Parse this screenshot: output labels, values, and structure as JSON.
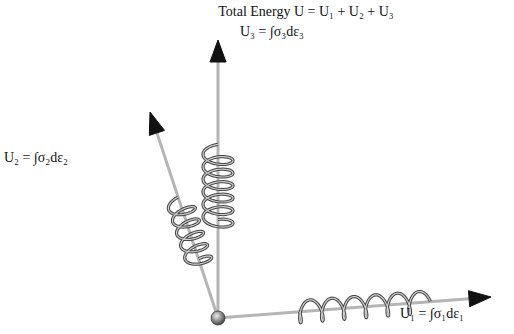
{
  "diagram": {
    "title": "Total Energy U = U₁ + U₂ + U₃",
    "labels": [
      "U₃ = ∫σ₃dε₃",
      "U₂ = ∫σ₂dε₂",
      "U₁ = ∫σ₁dε₁"
    ]
  }
}
